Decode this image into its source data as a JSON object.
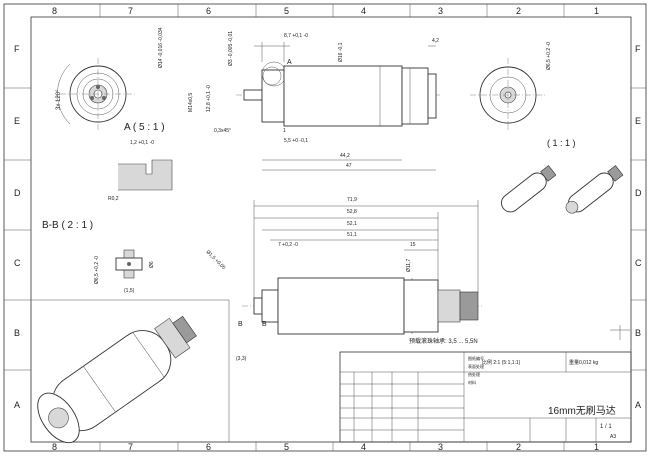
{
  "sheet": {
    "columns_top": [
      "8",
      "7",
      "6",
      "5",
      "4",
      "3",
      "2",
      "1"
    ],
    "columns_bottom": [
      "8",
      "7",
      "6",
      "5",
      "4",
      "3",
      "2",
      "1"
    ],
    "rows": [
      "F",
      "E",
      "D",
      "C",
      "B",
      "A"
    ]
  },
  "views": {
    "detail_a_label": "A ( 5 : 1 )",
    "section_label": "B-B ( 2 : 1 )",
    "iso_scale": "( 1 : 1 )",
    "view_marker_a": "A",
    "section_marker_b1": "B",
    "section_marker_b2": "B"
  },
  "dimensions": {
    "d_14": "Ø14 -0,016 -0,034",
    "d_3": "Ø3 -0,005 -0,01",
    "len_8_7": "8,7 +0,1 -0",
    "d_16": "Ø16 -0,1",
    "len_4_2": "4,2",
    "d_6_5_right": "Ø6,5 +0,2 -0",
    "angle_3x120": "3x 120°",
    "thread": "M14x0,5",
    "d_12_8": "12,8 +0,1 -0",
    "chamfer": "0,3x45°",
    "len_1": "1",
    "len_5_5": "5,5 +0 -0,1",
    "len_44_2": "44,2",
    "len_47": "47",
    "detail_1_2": "1,2 +0,1 -0",
    "detail_r0_2": "R0,2",
    "len_71_9": "71,9",
    "len_52_8": "52,8",
    "len_52_1": "52,1",
    "len_51_1": "51,1",
    "len_15": "15",
    "len_7": "7 +0,2 -0",
    "d_1_5": "Ø1,5 +0,05",
    "d_11_7": "Ø11,7",
    "len_3_3": "(3,3)",
    "sec_d_6_5": "Ø6,5 +0,2 -0",
    "sec_d_6": "Ø6",
    "sec_1_5": "(1,5)"
  },
  "notes": {
    "bearing_preload": "预载滚珠轴承: 3,5 ... 5,5N"
  },
  "title_block": {
    "title": "16mm无刷马达",
    "scale_label": "比例 2:1 (5:1,1:1)",
    "weight_label": "重量0,012 kg",
    "sheet_label": "1 / 1",
    "size_label": "A3",
    "tb_cell_1": "图纸编号",
    "tb_cell_2": "表面处理",
    "tb_cell_3": "热处理",
    "tb_cell_4": "材料"
  }
}
